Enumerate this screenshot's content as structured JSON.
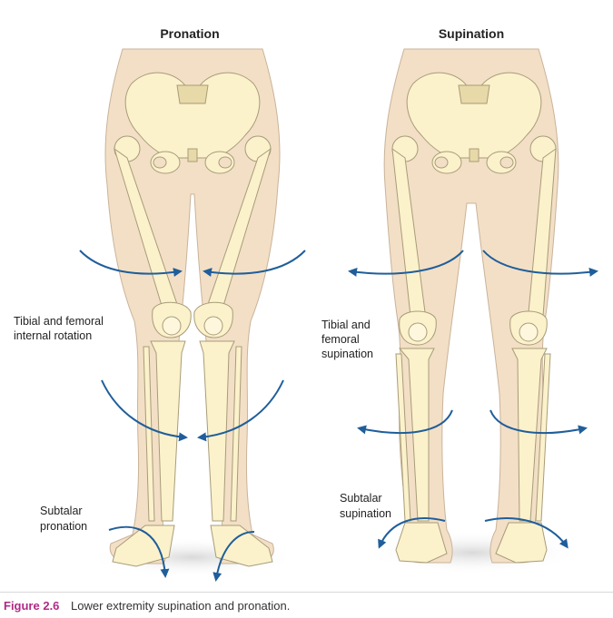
{
  "panels": {
    "left": {
      "title": "Pronation",
      "labels": {
        "rotation_line1": "Tibial and femoral",
        "rotation_line2": "internal rotation",
        "subtalar_line1": "Subtalar",
        "subtalar_line2": "pronation"
      }
    },
    "right": {
      "title": "Supination",
      "labels": {
        "rotation_line1": "Tibial and",
        "rotation_line2": "femoral",
        "rotation_line3": "supination",
        "subtalar_line1": "Subtalar",
        "subtalar_line2": "supination"
      }
    }
  },
  "caption": {
    "figure_number": "Figure 2.6",
    "text": "Lower extremity supination and pronation."
  },
  "colors": {
    "skin": "#f3dfc6",
    "skin_edge": "#c9b39a",
    "bone": "#fbf2cc",
    "bone_edge": "#a79c78",
    "arrow": "#1f5e9a",
    "caption_accent": "#b02a86"
  }
}
